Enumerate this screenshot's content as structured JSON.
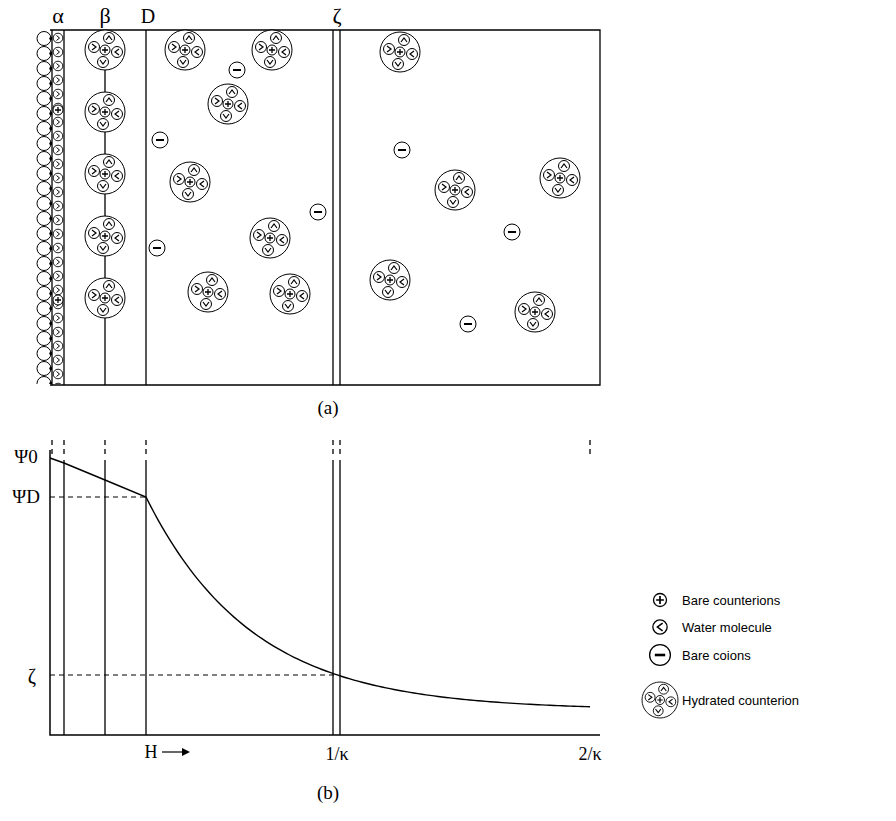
{
  "diagram": {
    "labels": [
      "α",
      "β",
      "D",
      "ζ",
      "(a)",
      "Ψ0",
      "ΨD",
      "ζ",
      "H",
      "1/κ",
      "2/κ",
      "(b)"
    ],
    "legend": [
      {
        "text": "Bare counterions"
      },
      {
        "text": "Water molecule"
      },
      {
        "text": "Bare coions"
      },
      {
        "text": "Hydrated counterion"
      }
    ]
  }
}
